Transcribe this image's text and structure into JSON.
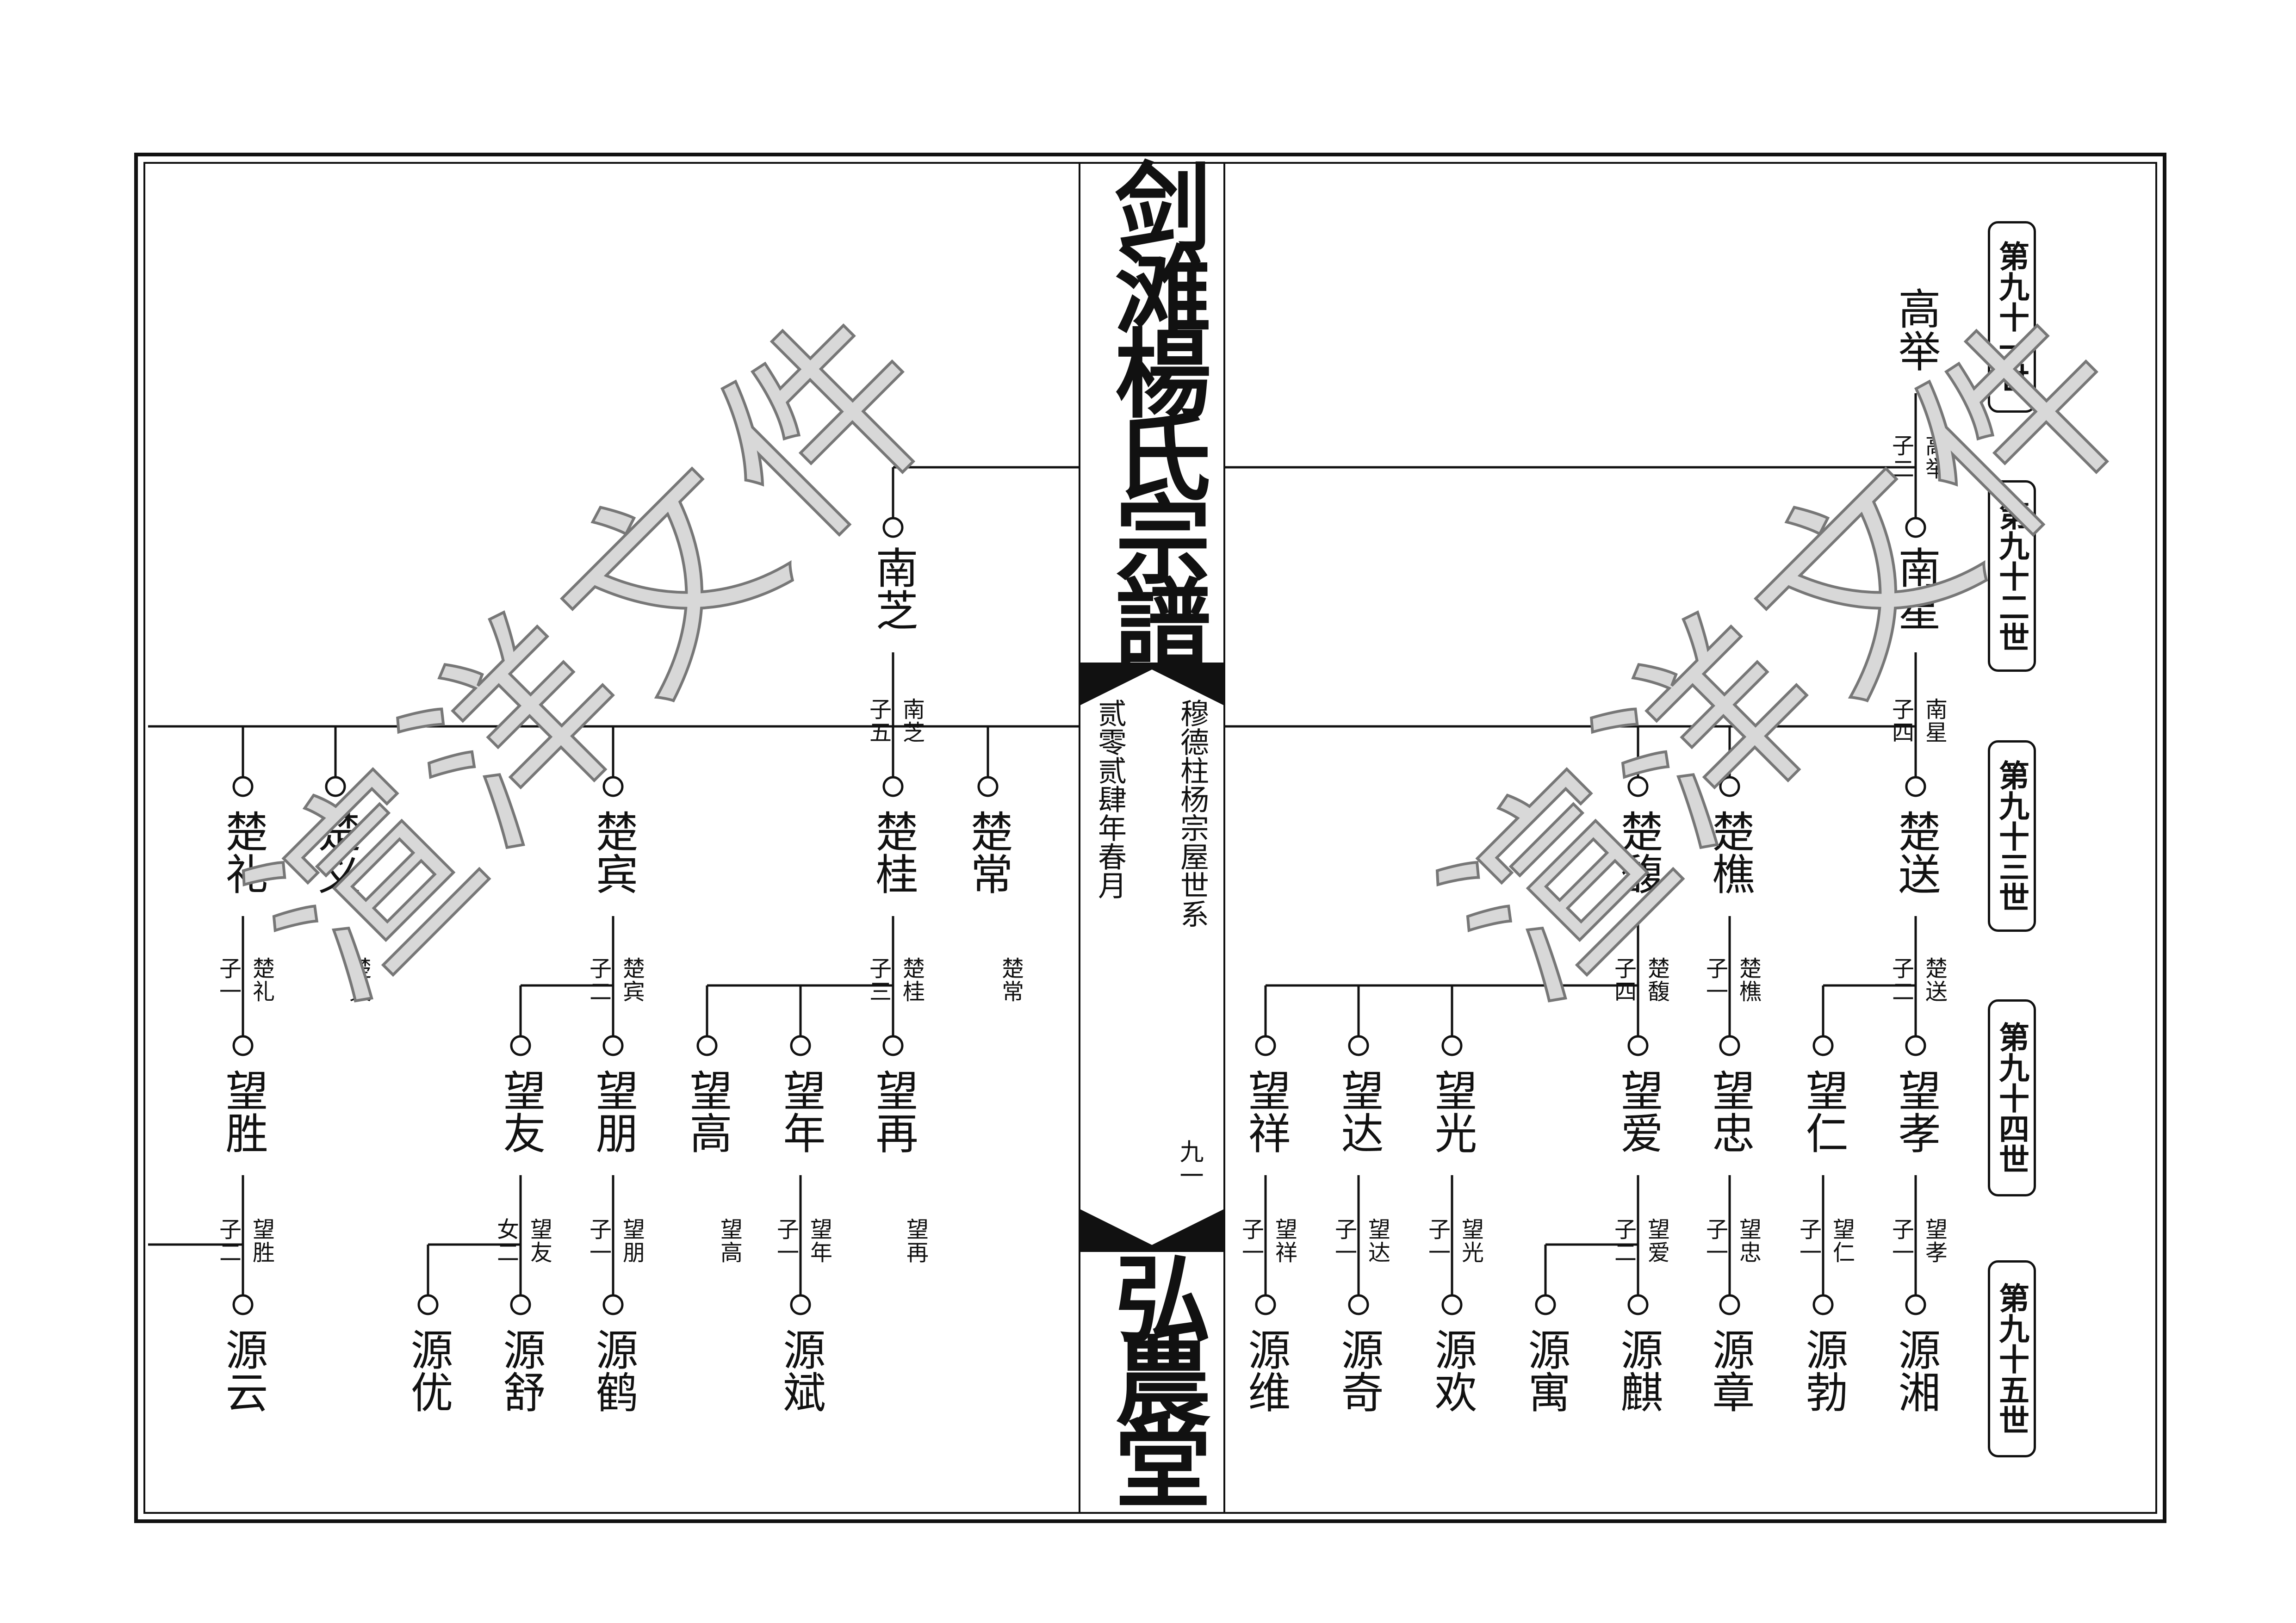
{
  "spine": {
    "title": "剑滩楊氏宗譜",
    "compiler": "穆德柱杨宗屋世系",
    "date": "贰零贰肆年春月",
    "page_number": "九一",
    "hall": "弘農堂"
  },
  "generations": [
    "第九十一世",
    "第九十二世",
    "第九十三世",
    "第九十四世",
    "第九十五世"
  ],
  "watermark": {
    "text": "渲洋文件"
  },
  "people": {
    "gaoju": "高举",
    "nanxing": "南星",
    "nanzhi": "南芝",
    "chusong": "楚送",
    "chuqiao": "楚樵",
    "chufu": "楚馥",
    "chuchang": "楚常",
    "chugui": "楚桂",
    "chubin": "楚宾",
    "chuyi": "楚义",
    "chuli": "楚礼",
    "wangxiao": "望孝",
    "wangren": "望仁",
    "wangzhong": "望忠",
    "wangai": "望爱",
    "wangguang": "望光",
    "wangda": "望达",
    "wangxiang": "望祥",
    "wangzai": "望再",
    "wangnian": "望年",
    "wanggao": "望高",
    "wangpeng": "望朋",
    "wangyou": "望友",
    "wangsheng": "望胜",
    "yuanxiang": "源湘",
    "yuanbo": "源勃",
    "yuanzhang": "源章",
    "yuanqi_lin": "源麒",
    "yuanyu": "源寓",
    "yuanhuan": "源欢",
    "yuanqi": "源奇",
    "yuanwei": "源维",
    "yuanbin": "源斌",
    "yuanhe": "源鹤",
    "yuanshu": "源舒",
    "yuanyou": "源优",
    "yuanyun": "源云"
  },
  "notes": {
    "gaoju": {
      "count": "子二",
      "name": "高举"
    },
    "nanxing": {
      "count": "子四",
      "name": "南星"
    },
    "nanzhi": {
      "count": "子五",
      "name": "南芝"
    },
    "chusong": {
      "count": "子二",
      "name": "楚送"
    },
    "chuqiao": {
      "count": "子一",
      "name": "楚樵"
    },
    "chufu": {
      "count": "子四",
      "name": "楚馥"
    },
    "chuchang": {
      "name": "楚常"
    },
    "chugui": {
      "count": "子三",
      "name": "楚桂"
    },
    "chubin": {
      "count": "子二",
      "name": "楚宾"
    },
    "chuyi": {
      "name": "楚义"
    },
    "chuli": {
      "count": "子一",
      "name": "楚礼"
    },
    "wangxiao": {
      "count": "子一",
      "name": "望孝"
    },
    "wangren": {
      "count": "子一",
      "name": "望仁"
    },
    "wangzhong": {
      "count": "子一",
      "name": "望忠"
    },
    "wangai": {
      "count": "子二",
      "name": "望爱"
    },
    "wangguang": {
      "count": "子一",
      "name": "望光"
    },
    "wangda": {
      "count": "子一",
      "name": "望达"
    },
    "wangxiang": {
      "count": "子一",
      "name": "望祥"
    },
    "wangzai": {
      "name": "望再"
    },
    "wangnian": {
      "count": "子一",
      "name": "望年"
    },
    "wanggao": {
      "name": "望高"
    },
    "wangpeng": {
      "count": "子一",
      "name": "望朋"
    },
    "wangyou": {
      "count": "女二",
      "name": "望友"
    },
    "wangsheng": {
      "count": "子二",
      "name": "望胜"
    }
  }
}
